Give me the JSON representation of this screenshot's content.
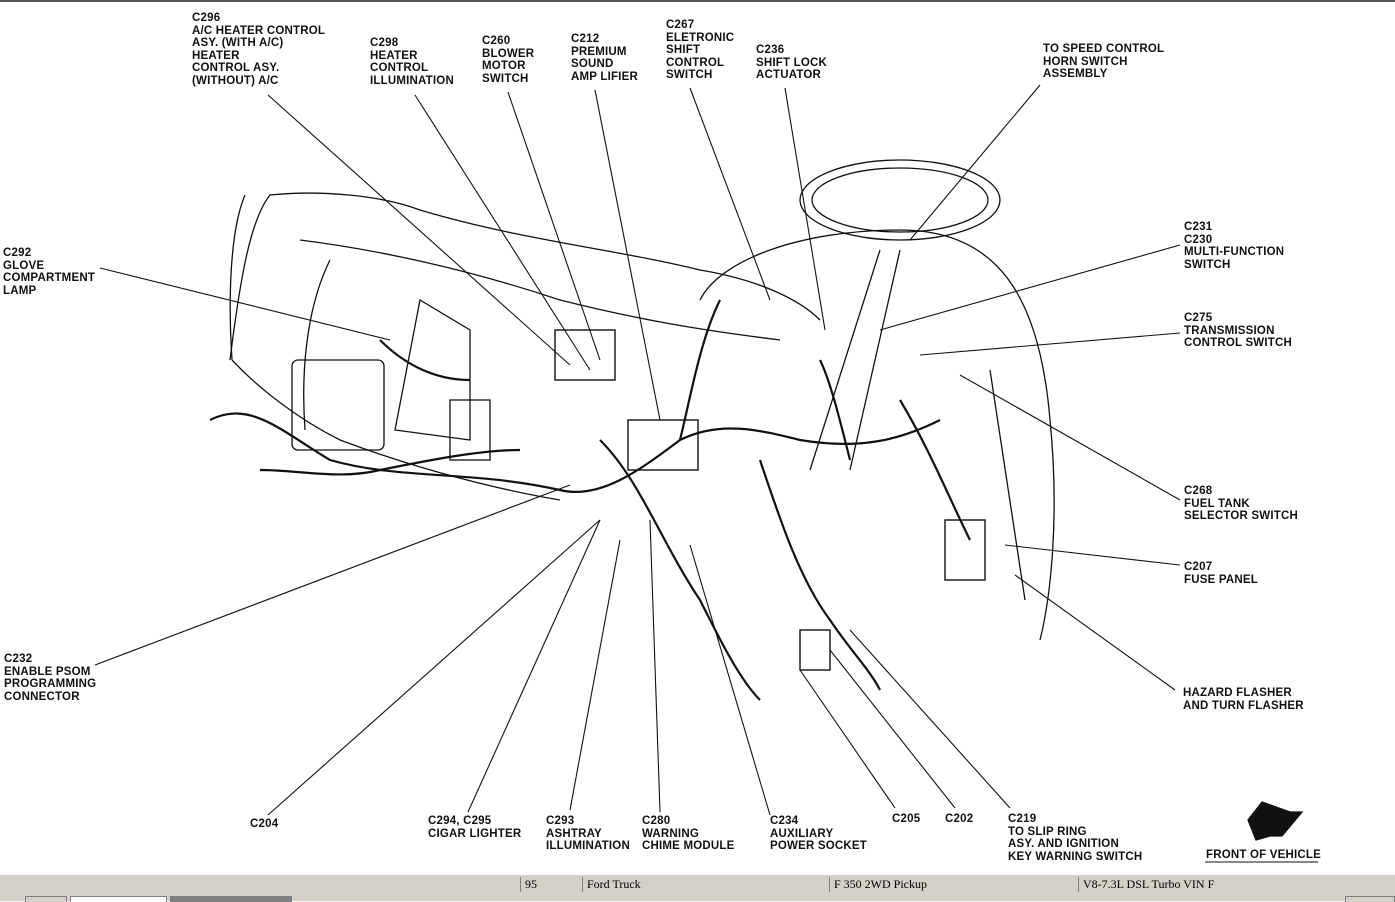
{
  "labels": {
    "c296": "C296\nA/C HEATER CONTROL\nASY. (WITH A/C)\nHEATER\nCONTROL ASY.\n(WITHOUT) A/C",
    "c298": "C298\nHEATER\nCONTROL\nILLUMINATION",
    "c260": "C260\nBLOWER\nMOTOR\nSWITCH",
    "c212": "C212\nPREMIUM\nSOUND\nAMP LIFIER",
    "c267": "C267\nELETRONIC\nSHIFT\nCONTROL\nSWITCH",
    "c236": "C236\nSHIFT LOCK\nACTUATOR",
    "speed_control": "TO SPEED CONTROL\nHORN SWITCH\nASSEMBLY",
    "c231_c230": "C231\nC230\nMULTI-FUNCTION\nSWITCH",
    "c275": "C275\nTRANSMISSION\nCONTROL SWITCH",
    "c268": "C268\nFUEL TANK\nSELECTOR SWITCH",
    "c207": "C207\nFUSE PANEL",
    "hazard": "HAZARD FLASHER\nAND TURN FLASHER",
    "c292": "C292\nGLOVE\nCOMPARTMENT\nLAMP",
    "c232": "C232\nENABLE PSOM\nPROGRAMMING\nCONNECTOR",
    "c204": "C204",
    "c294_c295": "C294, C295\nCIGAR LIGHTER",
    "c293": "C293\nASHTRAY\nILLUMINATION",
    "c280": "C280\nWARNING\nCHIME MODULE",
    "c234": "C234\nAUXILIARY\nPOWER SOCKET",
    "c205": "C205",
    "c202": "C202",
    "c219": "C219\nTO SLIP RING\nASY. AND IGNITION\nKEY WARNING SWITCH",
    "front": "FRONT OF VEHICLE"
  },
  "statusbar": {
    "page": "95",
    "make": "Ford Truck",
    "model": "F 350 2WD Pickup",
    "engine": "V8-7.3L DSL Turbo VIN F"
  }
}
